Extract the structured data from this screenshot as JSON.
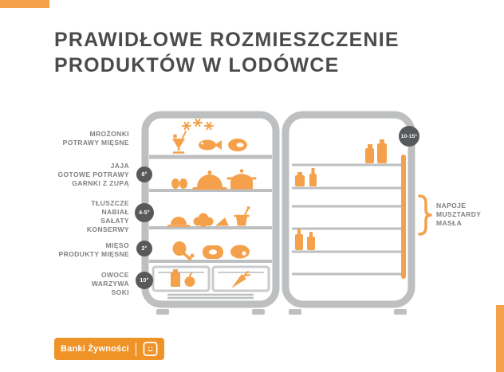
{
  "title": {
    "line1": "PRAWIDŁOWE ROZMIESZCZENIE",
    "line2": "PRODUKTÓW W LODÓWCE"
  },
  "colors": {
    "accent_orange": "#F5A14B",
    "logo_orange": "#EF9327",
    "badge_gray": "#58595B",
    "label_gray": "#7E8083",
    "outline_gray": "#BDBFC1",
    "title_gray": "#4B4B4D"
  },
  "shelf_labels": [
    {
      "lines": [
        "MROŻONKI",
        "POTRAWY MIĘSNE"
      ]
    },
    {
      "lines": [
        "JAJA",
        "GOTOWE POTRAWY",
        "GARNKI Z ZUPĄ"
      ],
      "temp": "8°"
    },
    {
      "lines": [
        "TŁUSZCZE",
        "NABIAŁ",
        "SAŁATY",
        "KONSERWY"
      ],
      "temp": "4-5°"
    },
    {
      "lines": [
        "MIĘSO",
        "PRODUKTY MIĘSNE"
      ],
      "temp": "2°"
    },
    {
      "lines": [
        "OWOCE",
        "WARZYWA",
        "SOKI"
      ],
      "temp": "10°"
    }
  ],
  "door": {
    "temp": "10-15°",
    "label_lines": [
      "NAPOJE",
      "MUSZTARDY",
      "MASŁA"
    ]
  },
  "logo": {
    "name": "Banki Żywności"
  },
  "icons": [
    "snowflake-icon",
    "ice-cream-sundae-icon",
    "fish-icon",
    "frozen-meat-icon",
    "eggs-icon",
    "covered-dish-icon",
    "soup-pot-icon",
    "butter-dish-icon",
    "lettuce-icon",
    "cheese-wedge-icon",
    "yogurt-cup-icon",
    "chicken-drumstick-icon",
    "ham-icon",
    "steak-icon",
    "juice-box-icon",
    "apple-icon",
    "carrot-icon",
    "jar-icon",
    "bottle-icon",
    "cutlery-icon"
  ]
}
